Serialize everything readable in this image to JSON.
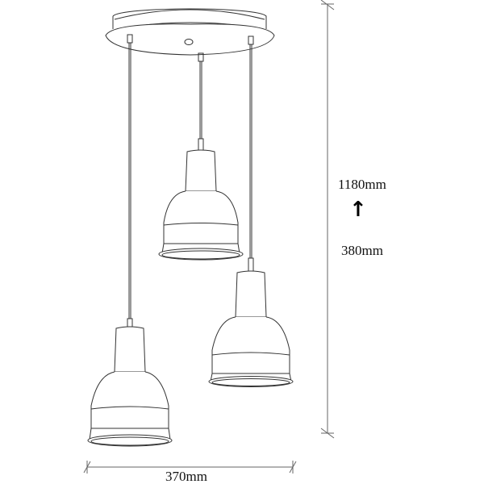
{
  "diagram": {
    "subject": "Three-light cluster pendant lamp dimension drawing",
    "dimensions": {
      "height_max": "1180mm",
      "height_min": "380mm",
      "adjust_arrow": "↑",
      "width": "370mm"
    },
    "components": [
      "ceiling-canopy",
      "cord-left",
      "cord-center",
      "cord-right",
      "shade-left",
      "shade-center",
      "shade-right"
    ],
    "colors": {
      "line": "#333333",
      "dimension_line": "#666666",
      "background": "#ffffff"
    }
  }
}
